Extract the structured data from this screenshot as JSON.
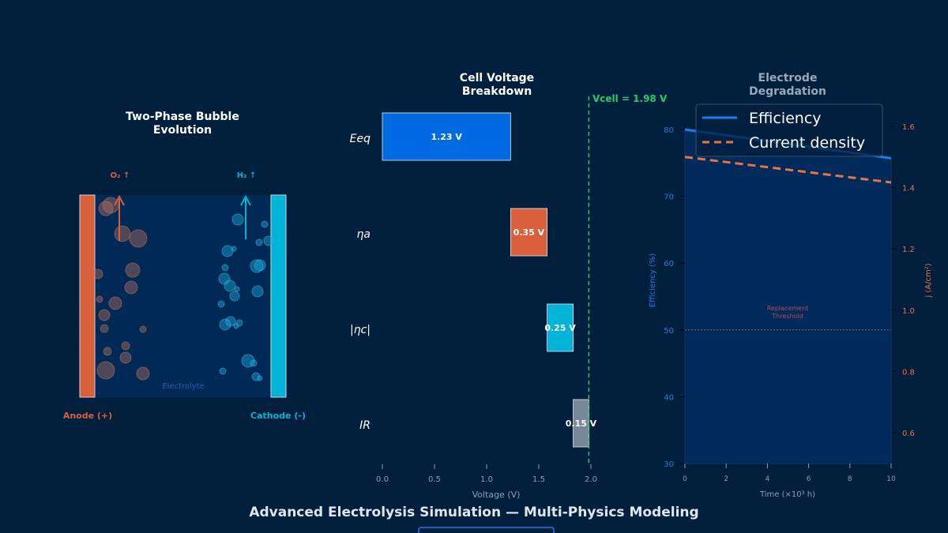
{
  "suptitle": "Advanced Electrolysis Simulation — Multi-Physics Modeling",
  "colors": {
    "background": "#001f3d",
    "anode": "#d9603b",
    "cathode": "#00b4d8",
    "efficiency": "#1a7fe6",
    "current": "#e8734a",
    "vcell": "#1fcf6a",
    "ir": "#778899",
    "eeq": "#006ae0"
  },
  "chart_data": [
    {
      "type": "diagram",
      "title": "Two-Phase Bubble Evolution",
      "labels": {
        "o2": "O₂ ↑",
        "h2": "H₂ ↑",
        "electrolyte": "Electrolyte",
        "anode": "Anode (+)",
        "cathode": "Cathode (-)"
      }
    },
    {
      "type": "bar",
      "orientation": "horizontal-stacked",
      "title": "Cell Voltage Breakdown",
      "categories": [
        "E_eq",
        "η_a",
        "|η_c|",
        "IR"
      ],
      "category_labels": [
        "Eeq",
        "ηa",
        "|ηc|",
        "IR"
      ],
      "values": [
        1.23,
        0.35,
        0.25,
        0.15
      ],
      "data_labels": [
        "1.23 V",
        "0.35 V",
        "0.25 V",
        "0.15 V"
      ],
      "bar_colors": [
        "#006ae0",
        "#d9603b",
        "#00b4d8",
        "#778899"
      ],
      "xlabel": "Voltage (V)",
      "xlim": [
        -0.1,
        2.4
      ],
      "xticks": [
        "0.0",
        "0.5",
        "1.0",
        "1.5",
        "2.0"
      ],
      "vline": {
        "value": 1.98,
        "label": "V_cell = 1.98 V"
      }
    },
    {
      "type": "line",
      "title": "Electrode Degradation",
      "xlabel": "Time (×10³ h)",
      "ylabel": "Efficiency (%)",
      "y2label": "j (A/cm²)",
      "xlim": [
        0,
        10
      ],
      "ylim": [
        30,
        82
      ],
      "y2lim": [
        0.5,
        1.67
      ],
      "xticks": [
        "0",
        "2",
        "4",
        "6",
        "8",
        "10"
      ],
      "yticks": [
        "30",
        "40",
        "50",
        "60",
        "70",
        "80"
      ],
      "y2ticks": [
        "0.6",
        "0.8",
        "1.0",
        "1.2",
        "1.4",
        "1.6"
      ],
      "x": [
        0,
        10
      ],
      "series": [
        {
          "name": "Efficiency",
          "axis": "left",
          "values": [
            80,
            75.7
          ],
          "style": "solid",
          "fill": true
        },
        {
          "name": "Current density",
          "axis": "right",
          "values": [
            1.5,
            1.417
          ],
          "style": "dashed"
        }
      ],
      "hline": {
        "value": 50,
        "label": "Replacement Threshold"
      },
      "legend": "top-right"
    }
  ]
}
